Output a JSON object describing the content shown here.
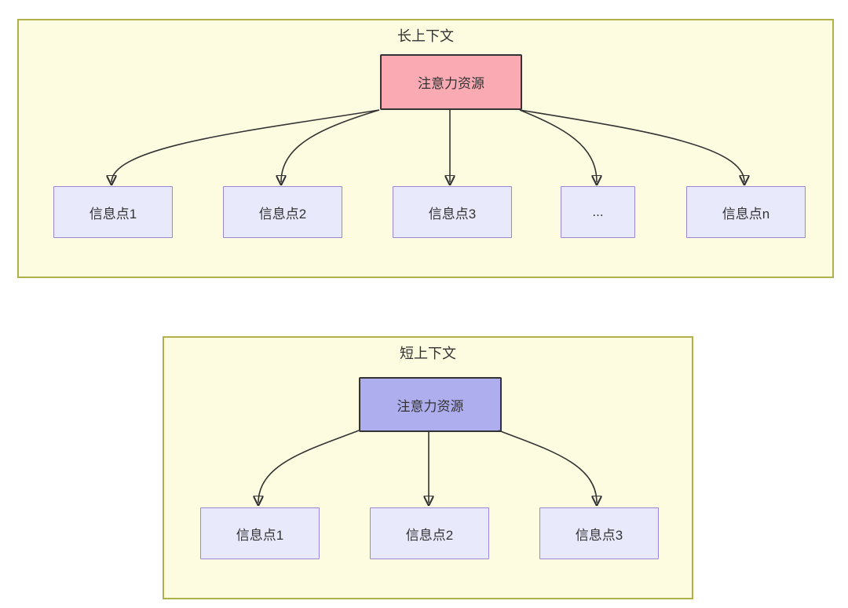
{
  "long_context": {
    "title": "长上下文",
    "root_label": "注意力资源",
    "children": [
      "信息点1",
      "信息点2",
      "信息点3",
      "...",
      "信息点n"
    ]
  },
  "short_context": {
    "title": "短上下文",
    "root_label": "注意力资源",
    "children": [
      "信息点1",
      "信息点2",
      "信息点3"
    ]
  },
  "colors": {
    "panel_fill": "#fdfce1",
    "panel_border": "#b1b14b",
    "long_root_fill": "#f9aab2",
    "short_root_fill": "#aeaeef",
    "child_fill": "#e9e9fc",
    "child_border": "#9b86d6",
    "arrow": "#333333",
    "text": "#333333"
  }
}
